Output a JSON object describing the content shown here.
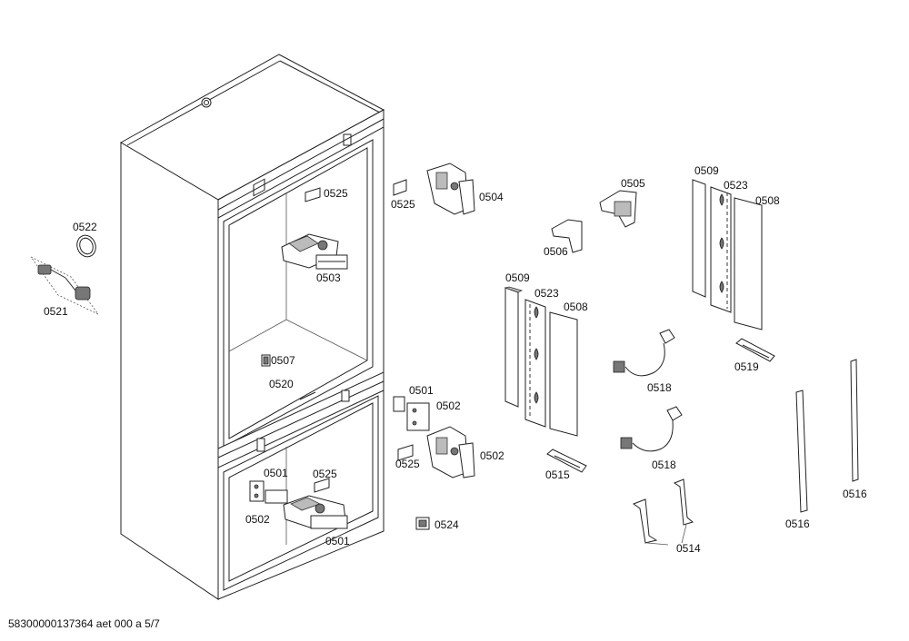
{
  "labels": {
    "p0522": "0522",
    "p0521": "0521",
    "p0525_in_top": "0525",
    "p0525_out_top": "0525",
    "p0504": "0504",
    "p0503": "0503",
    "p0507": "0507",
    "p0520": "0520",
    "p0501_mid": "0501",
    "p0502_mid": "0502",
    "p0502_right": "0502",
    "p0525_out_bot": "0525",
    "p0501_in": "0501",
    "p0525_in_bot": "0525",
    "p0502_in": "0502",
    "p0501_bot": "0501",
    "p0524": "0524",
    "p0505": "0505",
    "p0506": "0506",
    "p0509_l": "0509",
    "p0523_l": "0523",
    "p0508_l": "0508",
    "p0515": "0515",
    "p0509_r": "0509",
    "p0523_r": "0523",
    "p0508_r": "0508",
    "p0519": "0519",
    "p0518_a": "0518",
    "p0518_b": "0518",
    "p0514": "0514",
    "p0516_a": "0516",
    "p0516_b": "0516"
  },
  "footer": "58300000137364 aet 000 a 5/7"
}
